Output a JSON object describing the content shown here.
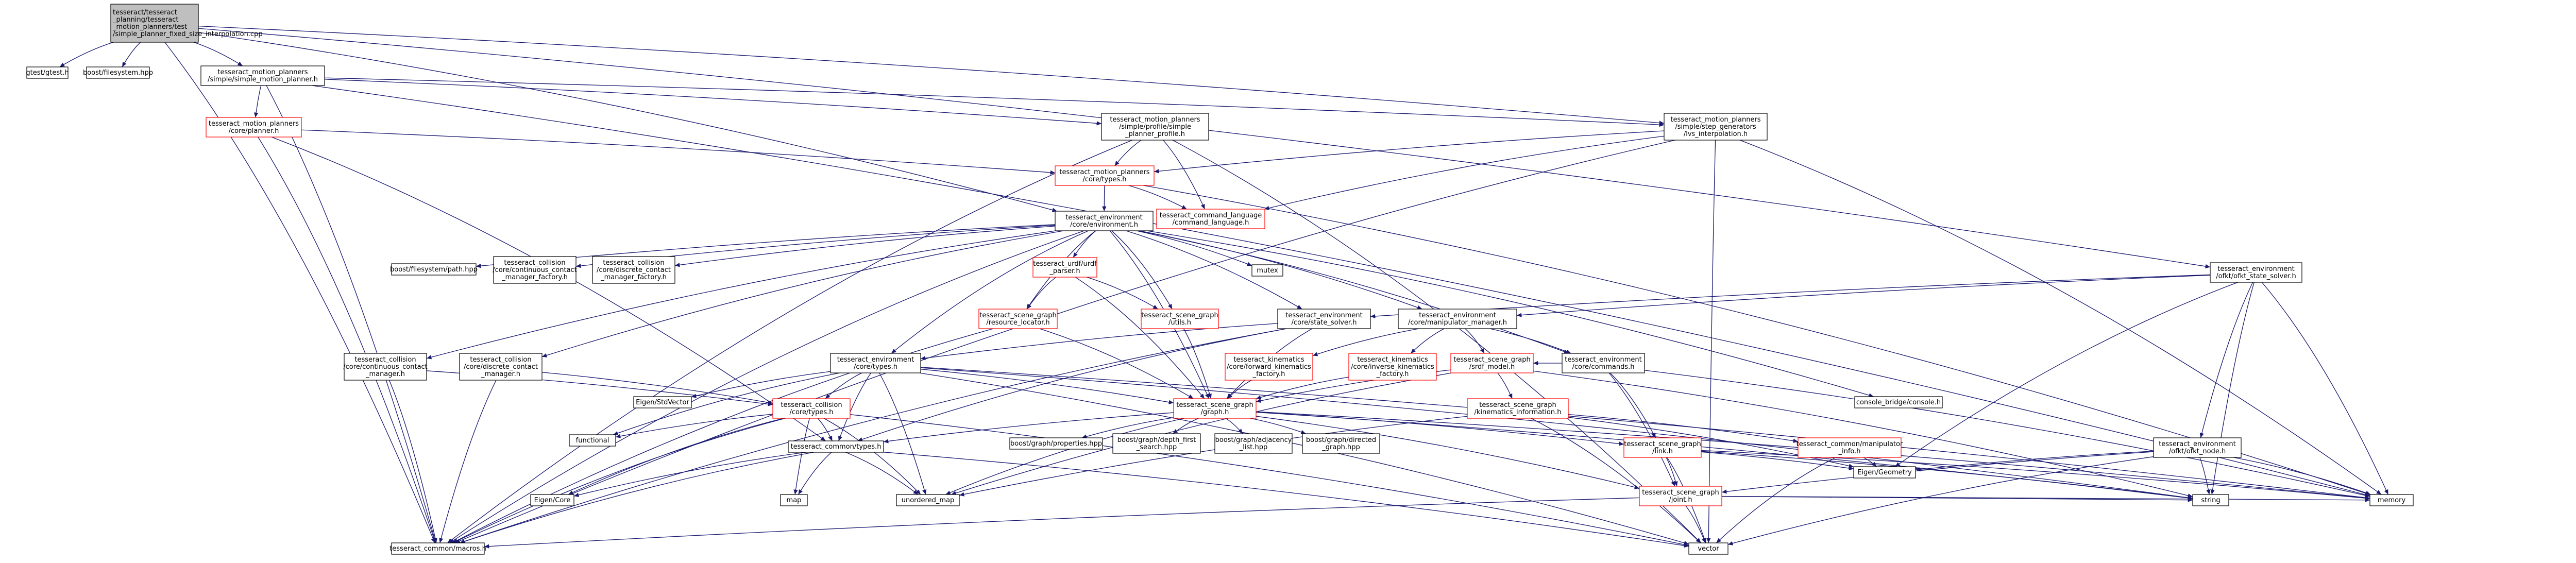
{
  "diagram": {
    "type": "include-dependency-graph",
    "colors": {
      "edge": "#191970",
      "node_border": "#000000",
      "node_border_red": "#ff0000",
      "root_fill": "#bfbfbf",
      "node_fill": "#ffffff"
    },
    "nodes": [
      {
        "id": "root",
        "lines": [
          "tesseract/tesseract",
          "_planning/tesseract",
          "_motion_planners/test",
          "/simple_planner_fixed_size_interpolation.cpp"
        ],
        "style": "root"
      },
      {
        "id": "gtest",
        "lines": [
          "gtest/gtest.h"
        ],
        "style": "normal"
      },
      {
        "id": "boost_fs",
        "lines": [
          "boost/filesystem.hpp"
        ],
        "style": "normal"
      },
      {
        "id": "simple_motion_planner",
        "lines": [
          "tesseract_motion_planners",
          "/simple/simple_motion_planner.h"
        ],
        "style": "normal"
      },
      {
        "id": "ifopt_planner",
        "lines": [
          "tesseract_motion_planners",
          "/core/planner.h"
        ],
        "style": "red"
      },
      {
        "id": "simple_profile",
        "lines": [
          "tesseract_motion_planners",
          "/simple/profile/simple",
          "_planner_profile.h"
        ],
        "style": "normal"
      },
      {
        "id": "step_generators",
        "lines": [
          "tesseract_motion_planners",
          "/simple/step_generators",
          "/lvs_interpolation.h"
        ],
        "style": "normal"
      },
      {
        "id": "ofkt_state_solver",
        "lines": [
          "tesseract_environment",
          "/ofkt/ofkt_state_solver.h"
        ],
        "style": "normal"
      },
      {
        "id": "core_types",
        "lines": [
          "tesseract_motion_planners",
          "/core/types.h"
        ],
        "style": "red"
      },
      {
        "id": "command_language",
        "lines": [
          "tesseract_command_language",
          "/command_language.h"
        ],
        "style": "red"
      },
      {
        "id": "env_environment",
        "lines": [
          "tesseract_environment",
          "/core/environment.h"
        ],
        "style": "normal"
      },
      {
        "id": "fs_path",
        "lines": [
          "boost/filesystem/path.hpp"
        ],
        "style": "normal"
      },
      {
        "id": "cont_contact_factory",
        "lines": [
          "tesseract_collision",
          "/core/continuous_contact",
          "_manager_factory.h"
        ],
        "style": "normal"
      },
      {
        "id": "disc_contact_factory",
        "lines": [
          "tesseract_collision",
          "/core/discrete_contact",
          "_manager_factory.h"
        ],
        "style": "normal"
      },
      {
        "id": "urdf_parser",
        "lines": [
          "tesseract_urdf/urdf",
          "_parser.h"
        ],
        "style": "red"
      },
      {
        "id": "mutex",
        "lines": [
          "mutex"
        ],
        "style": "normal"
      },
      {
        "id": "resource_locator",
        "lines": [
          "tesseract_scene_graph",
          "/resource_locator.h"
        ],
        "style": "red"
      },
      {
        "id": "sg_utils",
        "lines": [
          "tesseract_scene_graph",
          "/utils.h"
        ],
        "style": "red"
      },
      {
        "id": "state_solver",
        "lines": [
          "tesseract_environment",
          "/core/state_solver.h"
        ],
        "style": "normal"
      },
      {
        "id": "manipulator_manager",
        "lines": [
          "tesseract_environment",
          "/core/manipulator_manager.h"
        ],
        "style": "normal"
      },
      {
        "id": "cont_contact_mgr",
        "lines": [
          "tesseract_collision",
          "/core/continuous_contact",
          "_manager.h"
        ],
        "style": "normal"
      },
      {
        "id": "disc_contact_mgr",
        "lines": [
          "tesseract_collision",
          "/core/discrete_contact",
          "_manager.h"
        ],
        "style": "normal"
      },
      {
        "id": "env_types",
        "lines": [
          "tesseract_environment",
          "/core/types.h"
        ],
        "style": "normal"
      },
      {
        "id": "fwd_kin_factory",
        "lines": [
          "tesseract_kinematics",
          "/core/forward_kinematics",
          "_factory.h"
        ],
        "style": "red"
      },
      {
        "id": "inv_kin_factory",
        "lines": [
          "tesseract_kinematics",
          "/core/inverse_kinematics",
          "_factory.h"
        ],
        "style": "red"
      },
      {
        "id": "srdf_model",
        "lines": [
          "tesseract_scene_graph",
          "/srdf_model.h"
        ],
        "style": "red"
      },
      {
        "id": "env_commands",
        "lines": [
          "tesseract_environment",
          "/core/commands.h"
        ],
        "style": "normal"
      },
      {
        "id": "console_bridge",
        "lines": [
          "console_bridge/console.h"
        ],
        "style": "normal"
      },
      {
        "id": "eigen_stdvector",
        "lines": [
          "Eigen/StdVector"
        ],
        "style": "normal"
      },
      {
        "id": "collision_types",
        "lines": [
          "tesseract_collision",
          "/core/types.h"
        ],
        "style": "red"
      },
      {
        "id": "sg_graph",
        "lines": [
          "tesseract_scene_graph",
          "/graph.h"
        ],
        "style": "red"
      },
      {
        "id": "kin_info",
        "lines": [
          "tesseract_scene_graph",
          "/kinematics_information.h"
        ],
        "style": "red"
      },
      {
        "id": "functional",
        "lines": [
          "functional"
        ],
        "style": "normal"
      },
      {
        "id": "common_types",
        "lines": [
          "tesseract_common/types.h"
        ],
        "style": "normal"
      },
      {
        "id": "graph_props",
        "lines": [
          "boost/graph/properties.hpp"
        ],
        "style": "normal"
      },
      {
        "id": "graph_dfs",
        "lines": [
          "boost/graph/depth_first",
          "_search.hpp"
        ],
        "style": "normal"
      },
      {
        "id": "graph_adj",
        "lines": [
          "boost/graph/adjacency",
          "_list.hpp"
        ],
        "style": "normal"
      },
      {
        "id": "graph_directed",
        "lines": [
          "boost/graph/directed",
          "_graph.hpp"
        ],
        "style": "normal"
      },
      {
        "id": "sg_link",
        "lines": [
          "tesseract_scene_graph",
          "/link.h"
        ],
        "style": "red"
      },
      {
        "id": "manip_utils",
        "lines": [
          "tesseract_common/manipulator",
          "_info.h"
        ],
        "style": "red"
      },
      {
        "id": "eigen_geometry",
        "lines": [
          "Eigen/Geometry"
        ],
        "style": "normal"
      },
      {
        "id": "ofkt_node",
        "lines": [
          "tesseract_environment",
          "/ofkt/ofkt_node.h"
        ],
        "style": "normal"
      },
      {
        "id": "eigen_core",
        "lines": [
          "Eigen/Core"
        ],
        "style": "normal"
      },
      {
        "id": "map",
        "lines": [
          "map"
        ],
        "style": "normal"
      },
      {
        "id": "unordered_map",
        "lines": [
          "unordered_map"
        ],
        "style": "normal"
      },
      {
        "id": "sg_joint",
        "lines": [
          "tesseract_scene_graph",
          "/joint.h"
        ],
        "style": "red"
      },
      {
        "id": "string",
        "lines": [
          "string"
        ],
        "style": "normal"
      },
      {
        "id": "memory",
        "lines": [
          "memory"
        ],
        "style": "normal"
      },
      {
        "id": "macros",
        "lines": [
          "tesseract_common/macros.h"
        ],
        "style": "normal"
      },
      {
        "id": "vector",
        "lines": [
          "vector"
        ],
        "style": "normal"
      }
    ],
    "edges": [
      [
        "root",
        "gtest"
      ],
      [
        "root",
        "boost_fs"
      ],
      [
        "root",
        "simple_motion_planner"
      ],
      [
        "root",
        "step_generators"
      ],
      [
        "root",
        "ofkt_state_solver"
      ],
      [
        "root",
        "macros"
      ],
      [
        "root",
        "env_environment"
      ],
      [
        "simple_motion_planner",
        "ifopt_planner"
      ],
      [
        "simple_motion_planner",
        "simple_profile"
      ],
      [
        "simple_motion_planner",
        "macros"
      ],
      [
        "simple_motion_planner",
        "step_generators"
      ],
      [
        "simple_motion_planner",
        "memory"
      ],
      [
        "ifopt_planner",
        "core_types"
      ],
      [
        "ifopt_planner",
        "macros"
      ],
      [
        "ifopt_planner",
        "common_types"
      ],
      [
        "simple_profile",
        "core_types"
      ],
      [
        "simple_profile",
        "command_language"
      ],
      [
        "simple_profile",
        "macros"
      ],
      [
        "simple_profile",
        "vector"
      ],
      [
        "step_generators",
        "core_types"
      ],
      [
        "step_generators",
        "command_language"
      ],
      [
        "step_generators",
        "macros"
      ],
      [
        "step_generators",
        "vector"
      ],
      [
        "step_generators",
        "memory"
      ],
      [
        "core_types",
        "env_environment"
      ],
      [
        "core_types",
        "command_language"
      ],
      [
        "core_types",
        "memory"
      ],
      [
        "env_environment",
        "fs_path"
      ],
      [
        "env_environment",
        "cont_contact_factory"
      ],
      [
        "env_environment",
        "disc_contact_factory"
      ],
      [
        "env_environment",
        "urdf_parser"
      ],
      [
        "env_environment",
        "mutex"
      ],
      [
        "env_environment",
        "resource_locator"
      ],
      [
        "env_environment",
        "sg_utils"
      ],
      [
        "env_environment",
        "state_solver"
      ],
      [
        "env_environment",
        "manipulator_manager"
      ],
      [
        "env_environment",
        "cont_contact_mgr"
      ],
      [
        "env_environment",
        "disc_contact_mgr"
      ],
      [
        "env_environment",
        "env_types"
      ],
      [
        "env_environment",
        "env_commands"
      ],
      [
        "env_environment",
        "sg_graph"
      ],
      [
        "env_environment",
        "console_bridge"
      ],
      [
        "env_environment",
        "macros"
      ],
      [
        "urdf_parser",
        "resource_locator"
      ],
      [
        "urdf_parser",
        "sg_graph"
      ],
      [
        "urdf_parser",
        "sg_utils"
      ],
      [
        "resource_locator",
        "sg_graph"
      ],
      [
        "resource_locator",
        "macros"
      ],
      [
        "sg_utils",
        "sg_graph"
      ],
      [
        "state_solver",
        "env_types"
      ],
      [
        "state_solver",
        "common_types"
      ],
      [
        "state_solver",
        "macros"
      ],
      [
        "state_solver",
        "sg_graph"
      ],
      [
        "manipulator_manager",
        "fwd_kin_factory"
      ],
      [
        "manipulator_manager",
        "inv_kin_factory"
      ],
      [
        "manipulator_manager",
        "srdf_model"
      ],
      [
        "manipulator_manager",
        "env_commands"
      ],
      [
        "cont_contact_mgr",
        "collision_types"
      ],
      [
        "cont_contact_mgr",
        "macros"
      ],
      [
        "disc_contact_mgr",
        "collision_types"
      ],
      [
        "disc_contact_mgr",
        "macros"
      ],
      [
        "env_types",
        "eigen_stdvector"
      ],
      [
        "env_types",
        "collision_types"
      ],
      [
        "env_types",
        "sg_graph"
      ],
      [
        "env_types",
        "functional"
      ],
      [
        "env_types",
        "common_types"
      ],
      [
        "env_types",
        "unordered_map"
      ],
      [
        "env_types",
        "vector"
      ],
      [
        "env_types",
        "string"
      ],
      [
        "env_types",
        "memory"
      ],
      [
        "fwd_kin_factory",
        "sg_graph"
      ],
      [
        "inv_kin_factory",
        "sg_graph"
      ],
      [
        "srdf_model",
        "sg_graph"
      ],
      [
        "srdf_model",
        "kin_info"
      ],
      [
        "srdf_model",
        "unordered_map"
      ],
      [
        "srdf_model",
        "string"
      ],
      [
        "env_commands",
        "sg_joint"
      ],
      [
        "env_commands",
        "sg_link"
      ],
      [
        "env_commands",
        "srdf_model"
      ],
      [
        "env_commands",
        "memory"
      ],
      [
        "collision_types",
        "common_types"
      ],
      [
        "collision_types",
        "functional"
      ],
      [
        "collision_types",
        "eigen_core"
      ],
      [
        "collision_types",
        "map"
      ],
      [
        "collision_types",
        "unordered_map"
      ],
      [
        "collision_types",
        "vector"
      ],
      [
        "collision_types",
        "macros"
      ],
      [
        "sg_graph",
        "graph_props"
      ],
      [
        "sg_graph",
        "graph_dfs"
      ],
      [
        "sg_graph",
        "graph_adj"
      ],
      [
        "sg_graph",
        "graph_directed"
      ],
      [
        "sg_graph",
        "sg_link"
      ],
      [
        "sg_graph",
        "sg_joint"
      ],
      [
        "sg_graph",
        "common_types"
      ],
      [
        "sg_graph",
        "unordered_map"
      ],
      [
        "sg_graph",
        "string"
      ],
      [
        "sg_graph",
        "memory"
      ],
      [
        "kin_info",
        "manip_utils"
      ],
      [
        "kin_info",
        "eigen_geometry"
      ],
      [
        "kin_info",
        "unordered_map"
      ],
      [
        "kin_info",
        "vector"
      ],
      [
        "common_types",
        "eigen_core"
      ],
      [
        "common_types",
        "map"
      ],
      [
        "common_types",
        "unordered_map"
      ],
      [
        "common_types",
        "vector"
      ],
      [
        "common_types",
        "macros"
      ],
      [
        "sg_link",
        "sg_joint"
      ],
      [
        "sg_link",
        "eigen_geometry"
      ],
      [
        "sg_link",
        "vector"
      ],
      [
        "sg_link",
        "string"
      ],
      [
        "sg_link",
        "memory"
      ],
      [
        "manip_utils",
        "vector"
      ],
      [
        "manip_utils",
        "eigen_geometry"
      ],
      [
        "ofkt_state_solver",
        "state_solver"
      ],
      [
        "ofkt_state_solver",
        "ofkt_node"
      ],
      [
        "ofkt_state_solver",
        "manipulator_manager"
      ],
      [
        "ofkt_state_solver",
        "memory"
      ],
      [
        "ofkt_state_solver",
        "string"
      ],
      [
        "ofkt_state_solver",
        "eigen_geometry"
      ],
      [
        "ofkt_node",
        "sg_joint"
      ],
      [
        "ofkt_node",
        "eigen_geometry"
      ],
      [
        "ofkt_node",
        "vector"
      ],
      [
        "ofkt_node",
        "memory"
      ],
      [
        "ofkt_node",
        "string"
      ],
      [
        "sg_joint",
        "macros"
      ],
      [
        "sg_joint",
        "string"
      ],
      [
        "sg_joint",
        "memory"
      ],
      [
        "sg_joint",
        "vector"
      ]
    ]
  }
}
